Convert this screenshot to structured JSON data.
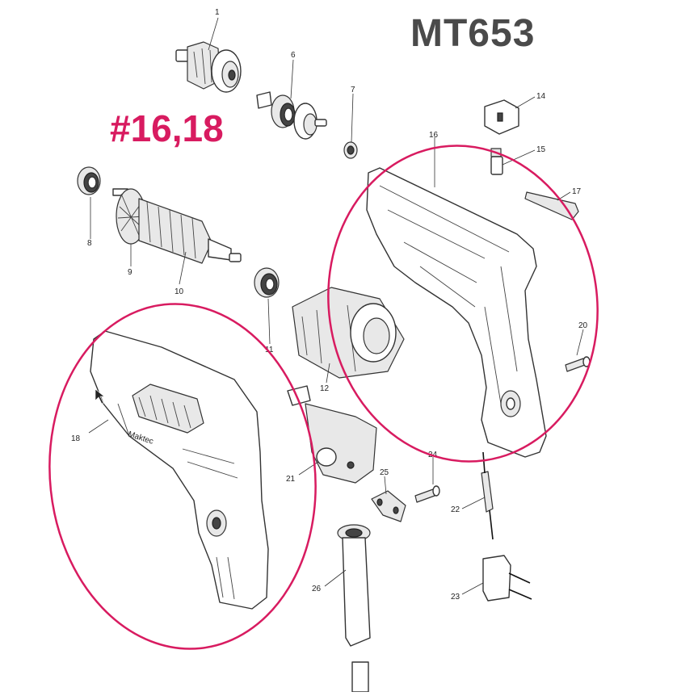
{
  "model": "MT653",
  "highlight_label": "#16,18",
  "highlight_color": "#d81b60",
  "parts": [
    {
      "no": "1"
    },
    {
      "no": "6"
    },
    {
      "no": "7"
    },
    {
      "no": "8"
    },
    {
      "no": "9"
    },
    {
      "no": "10"
    },
    {
      "no": "11"
    },
    {
      "no": "12"
    },
    {
      "no": "14"
    },
    {
      "no": "15"
    },
    {
      "no": "16"
    },
    {
      "no": "17"
    },
    {
      "no": "18"
    },
    {
      "no": "20"
    },
    {
      "no": "21"
    },
    {
      "no": "22"
    },
    {
      "no": "23"
    },
    {
      "no": "24"
    },
    {
      "no": "25"
    },
    {
      "no": "26"
    }
  ],
  "brand_text": "Maktec"
}
